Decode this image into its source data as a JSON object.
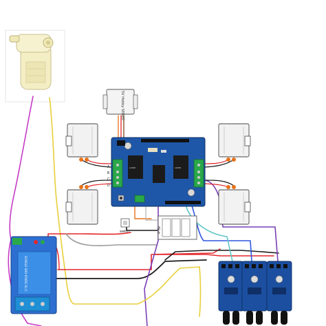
{
  "colors": {
    "background": "#ffffff",
    "shield_board": "#1f57a8",
    "relay_board": "#2d6fd1",
    "relay_cube": "#3c8fe6",
    "sensor_board": "#1c4fa0",
    "motor_body": "#f2f2f2",
    "pump_body": "#f3eec4",
    "wire_red": "#e3262a",
    "wire_black": "#1a1a1a",
    "wire_purple": "#7a3fb5",
    "wire_magenta": "#c63ac6",
    "wire_yellow": "#e8cf3a",
    "wire_blue": "#2f55e0",
    "wire_teal": "#5fc6c6",
    "wire_gray": "#9a9a9a",
    "wire_orange": "#e8731a",
    "wire_white": "#d8d8d8"
  },
  "labels": {
    "servo_text": "5V Hobby SERVO",
    "switch_label": "switch",
    "battery_label": "4~5v",
    "port_a": "A",
    "port_b": "B",
    "port_c": "C",
    "port_d": "D",
    "relay_module_text": "SONGLE SRD-05VDC-SL-C"
  },
  "components": {
    "motors": [
      "dc-motor-top-left",
      "dc-motor-bottom-left",
      "dc-motor-top-right",
      "dc-motor-bottom-right"
    ],
    "sensors": [
      "ir-sensor-1",
      "ir-sensor-2",
      "ir-sensor-3"
    ]
  }
}
